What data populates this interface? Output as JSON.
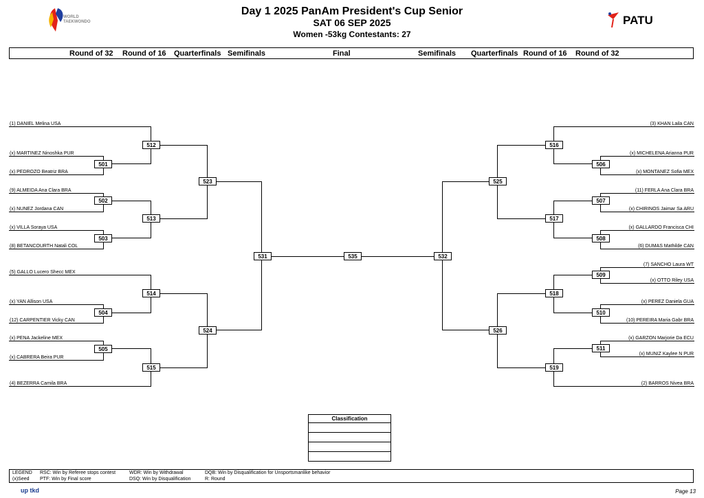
{
  "header": {
    "title": "Day 1 2025 PanAm President's Cup Senior",
    "date": "SAT 06 SEP 2025",
    "division": "Women -53kg  Contestants: 27",
    "logo_left_text_1": "WORLD",
    "logo_left_text_2": "TAEKWONDO",
    "logo_right_text": "PATU"
  },
  "rounds": {
    "left": [
      "Round of 32",
      "Round of 16",
      "Quarterfinals",
      "Semifinals"
    ],
    "center": "Final",
    "right": [
      "Semifinals",
      "Quarterfinals",
      "Round of 16",
      "Round of 32"
    ]
  },
  "left_names": [
    "(1) DANIEL Melina USA",
    "(x) MARTINEZ Ninoshka PUR",
    "(x) PEDROZO Beatriz BRA",
    "(9) ALMEIDA Ana Clara BRA",
    "(x) NUNEZ Jordana CAN",
    "(x) VILLA Soraya USA",
    "(8) BETANCOURTH Natali COL",
    "(5) GALLO Lucero Shecc MEX",
    "(x) YAN Allison USA",
    "(12) CARPENTIER Vicky CAN",
    "(x) PENA Jackeline MEX",
    "(x) CABRERA Beira PUR",
    "(4) BEZERRA Camila BRA"
  ],
  "right_names": [
    "(3) KHAN Laila CAN",
    "(x) MICHELENA Arianna PUR",
    "(x) MONTANEZ Sofia MEX",
    "(11) FERLA Ana Clara BRA",
    "(x) CHIRINOS Jaimar Sa ARU",
    "(x) GALLARDO Francisca CHI",
    "(6) DUMAS Mathilde CAN",
    "(7) SANCHO Laura  WT",
    "(x) OTTO Riley USA",
    "(x) PEREZ Daniela GUA",
    "(10) PEREIRA Maria Gabr BRA",
    "(x) GARZON Marjorie Da ECU",
    "(x) MUNIZ Kaylee N PUR",
    "(2) BARROS Nivea BRA"
  ],
  "matches": {
    "m501": "501",
    "m502": "502",
    "m503": "503",
    "m504": "504",
    "m505": "505",
    "m506": "506",
    "m507": "507",
    "m508": "508",
    "m509": "509",
    "m510": "510",
    "m511": "511",
    "m512": "512",
    "m513": "513",
    "m514": "514",
    "m515": "515",
    "m516": "516",
    "m517": "517",
    "m518": "518",
    "m519": "519",
    "m523": "523",
    "m524": "524",
    "m525": "525",
    "m526": "526",
    "m531": "531",
    "m532": "532",
    "m535": "535"
  },
  "classification": {
    "title": "Classification"
  },
  "legend": {
    "label": "LEGEND",
    "seed": "(x)Seed",
    "rsc": "RSC: Win by Referee stops contest",
    "ptf": "PTF: Win by Final score",
    "wdr": "WDR: Win by Withdrawal",
    "dsq": "DSQ: Win by Disqualification",
    "dqb": "DQB: Win by Disqualification for Unsportsmanlike behavior",
    "r": "R: Round"
  },
  "footer": {
    "logo": "up tkd",
    "page": "Page 13"
  }
}
